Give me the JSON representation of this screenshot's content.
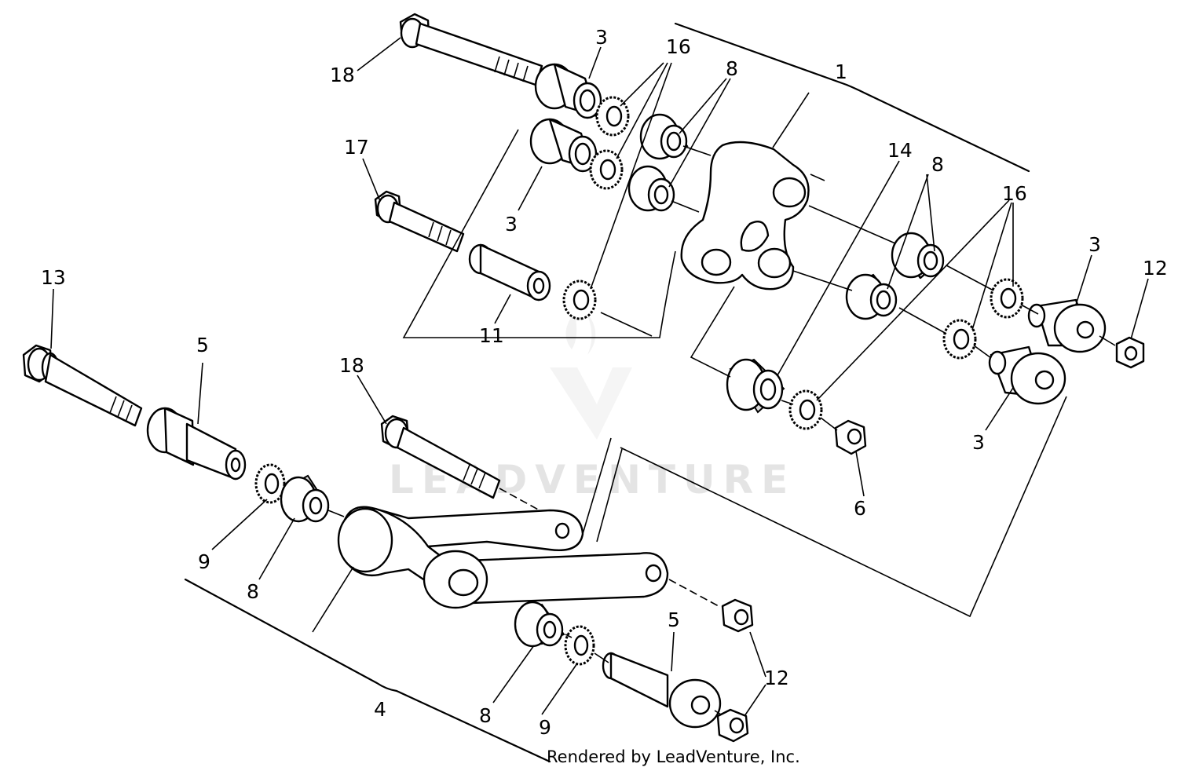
{
  "watermark": "LEADVENTURE",
  "footer": "Rendered by LeadVenture, Inc.",
  "callouts": {
    "c1": "1",
    "c3a": "3",
    "c3b": "3",
    "c3c": "3",
    "c3d": "3",
    "c4": "4",
    "c5a": "5",
    "c5b": "5",
    "c6": "6",
    "c8a": "8",
    "c8b": "8",
    "c8c": "8",
    "c8d": "8",
    "c9a": "9",
    "c9b": "9",
    "c11": "11",
    "c12a": "12",
    "c12b": "12",
    "c13": "13",
    "c14": "14",
    "c16a": "16",
    "c16b": "16",
    "c17": "17",
    "c18a": "18",
    "c18b": "18"
  }
}
